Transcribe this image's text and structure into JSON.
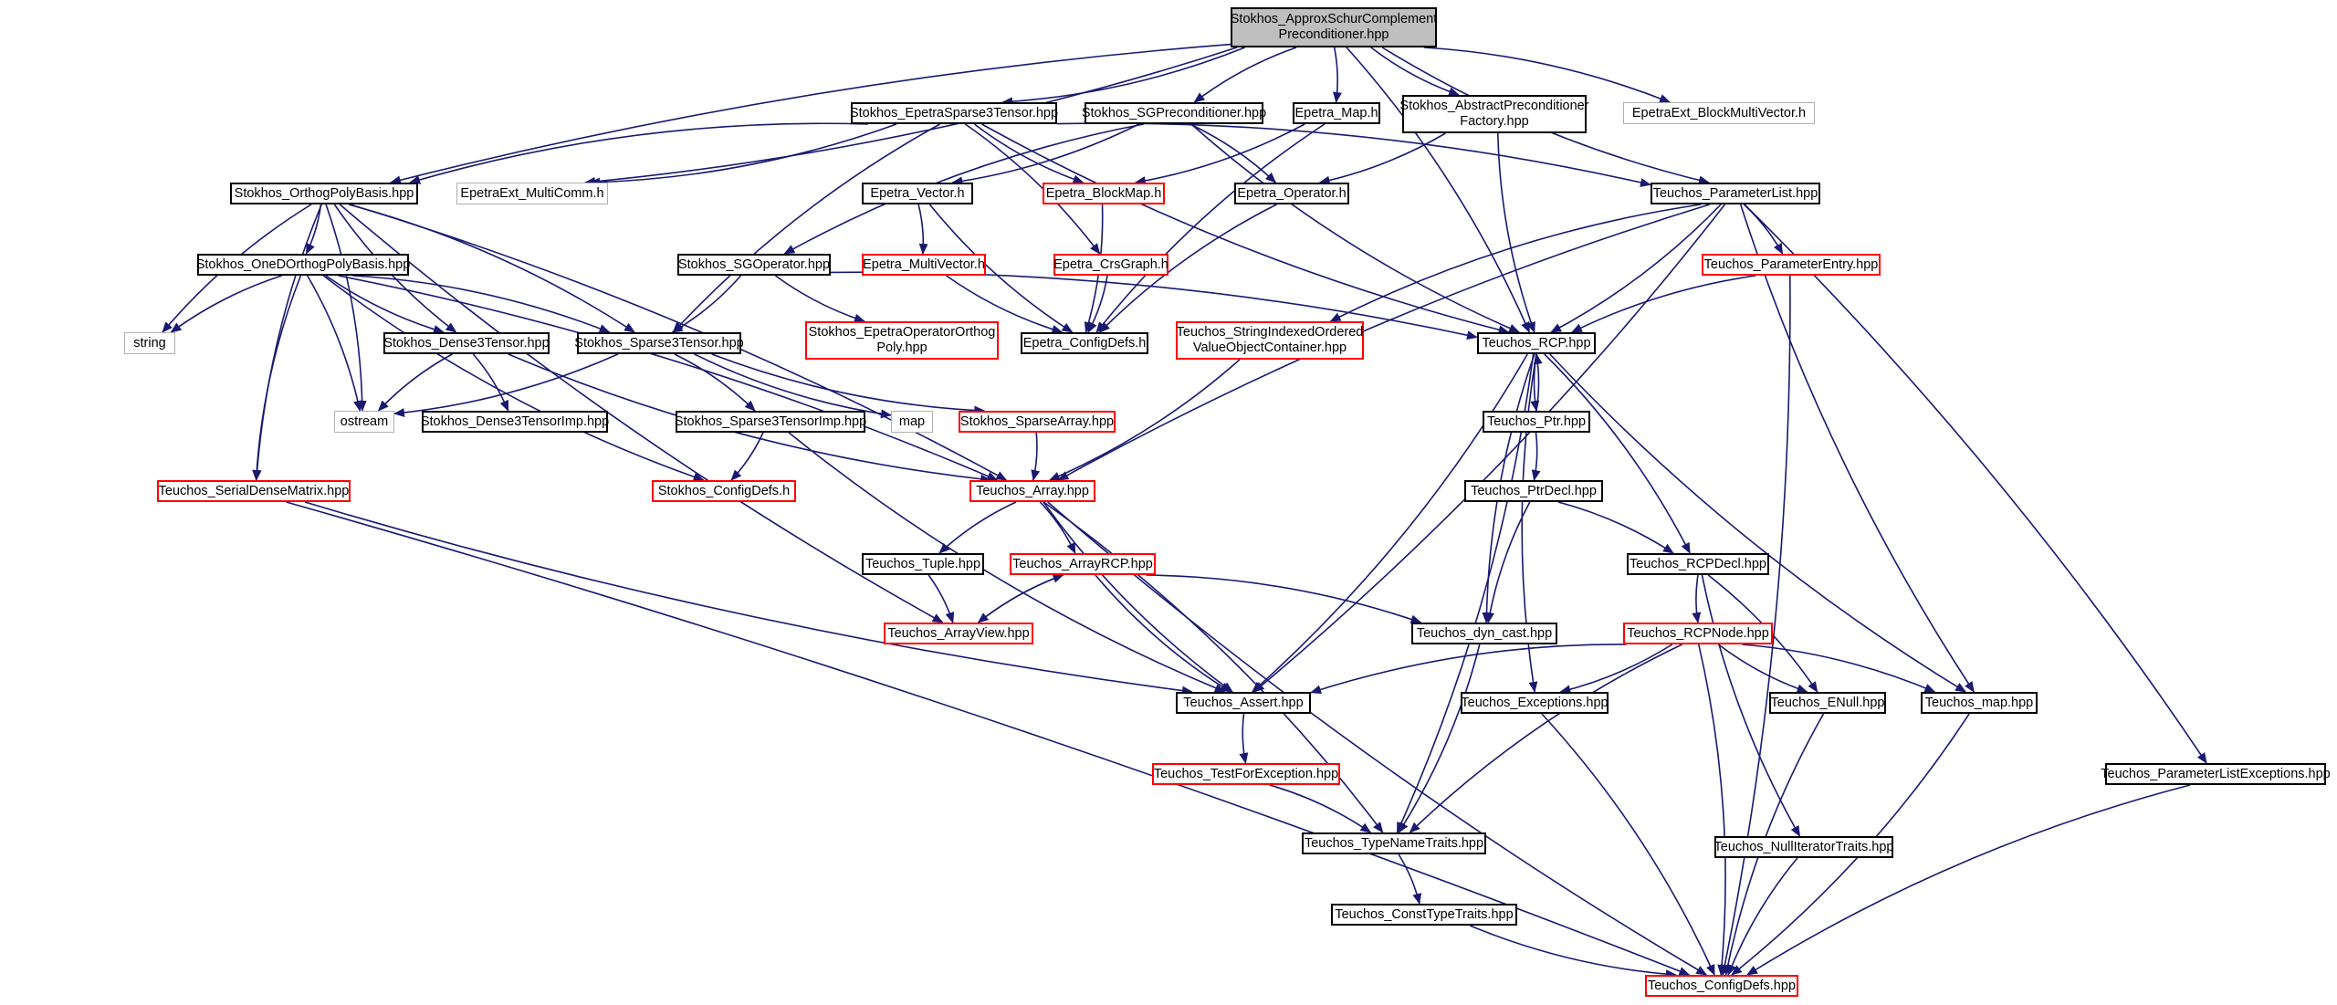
{
  "colors": {
    "edge": "#191970",
    "node_border_black": "#000000",
    "node_border_red": "#ff0000",
    "node_border_gray": "#b0b0b0",
    "root_fill": "#bfbfbf"
  },
  "nodes": [
    {
      "id": "root",
      "label": "Stokhos_ApproxSchurComplement\nPreconditioner.hpp",
      "style": "root"
    },
    {
      "id": "ep3t",
      "label": "Stokhos_EpetraSparse3Tensor.hpp",
      "style": "black"
    },
    {
      "id": "sgprec",
      "label": "Stokhos_SGPreconditioner.hpp",
      "style": "black"
    },
    {
      "id": "emap",
      "label": "Epetra_Map.h",
      "style": "black"
    },
    {
      "id": "absprec",
      "label": "Stokhos_AbstractPreconditioner\nFactory.hpp",
      "style": "black"
    },
    {
      "id": "eext_bmv",
      "label": "EpetraExt_BlockMultiVector.h",
      "style": "gray"
    },
    {
      "id": "orthog",
      "label": "Stokhos_OrthogPolyBasis.hpp",
      "style": "black"
    },
    {
      "id": "eext_mc",
      "label": "EpetraExt_MultiComm.h",
      "style": "gray"
    },
    {
      "id": "evec",
      "label": "Epetra_Vector.h",
      "style": "black"
    },
    {
      "id": "eblockmap",
      "label": "Epetra_BlockMap.h",
      "style": "red"
    },
    {
      "id": "eop",
      "label": "Epetra_Operator.h",
      "style": "black"
    },
    {
      "id": "tparam",
      "label": "Teuchos_ParameterList.hpp",
      "style": "black"
    },
    {
      "id": "oned",
      "label": "Stokhos_OneDOrthogPolyBasis.hpp",
      "style": "black"
    },
    {
      "id": "sgop",
      "label": "Stokhos_SGOperator.hpp",
      "style": "black"
    },
    {
      "id": "emv",
      "label": "Epetra_MultiVector.h",
      "style": "red"
    },
    {
      "id": "ecrs",
      "label": "Epetra_CrsGraph.h",
      "style": "red"
    },
    {
      "id": "tparamentry",
      "label": "Teuchos_ParameterEntry.hpp",
      "style": "red"
    },
    {
      "id": "string",
      "label": "string",
      "style": "gray"
    },
    {
      "id": "dense3",
      "label": "Stokhos_Dense3Tensor.hpp",
      "style": "black"
    },
    {
      "id": "sparse3",
      "label": "Stokhos_Sparse3Tensor.hpp",
      "style": "black"
    },
    {
      "id": "eopop",
      "label": "Stokhos_EpetraOperatorOrthog\nPoly.hpp",
      "style": "red"
    },
    {
      "id": "econfig",
      "label": "Epetra_ConfigDefs.h",
      "style": "black"
    },
    {
      "id": "tsiovoc",
      "label": "Teuchos_StringIndexedOrdered\nValueObjectContainer.hpp",
      "style": "red"
    },
    {
      "id": "trcp",
      "label": "Teuchos_RCP.hpp",
      "style": "black"
    },
    {
      "id": "ostream",
      "label": "ostream",
      "style": "gray"
    },
    {
      "id": "dense3imp",
      "label": "Stokhos_Dense3TensorImp.hpp",
      "style": "black"
    },
    {
      "id": "sparse3imp",
      "label": "Stokhos_Sparse3TensorImp.hpp",
      "style": "black"
    },
    {
      "id": "map",
      "label": "map",
      "style": "gray"
    },
    {
      "id": "ssparsearray",
      "label": "Stokhos_SparseArray.hpp",
      "style": "red"
    },
    {
      "id": "tptr",
      "label": "Teuchos_Ptr.hpp",
      "style": "black"
    },
    {
      "id": "tserial",
      "label": "Teuchos_SerialDenseMatrix.hpp",
      "style": "red"
    },
    {
      "id": "sconfig",
      "label": "Stokhos_ConfigDefs.h",
      "style": "red"
    },
    {
      "id": "tarray",
      "label": "Teuchos_Array.hpp",
      "style": "red"
    },
    {
      "id": "tptrdecl",
      "label": "Teuchos_PtrDecl.hpp",
      "style": "black"
    },
    {
      "id": "ttuple",
      "label": "Teuchos_Tuple.hpp",
      "style": "black"
    },
    {
      "id": "tarrayrcp",
      "label": "Teuchos_ArrayRCP.hpp",
      "style": "red"
    },
    {
      "id": "trcpdecl",
      "label": "Teuchos_RCPDecl.hpp",
      "style": "black"
    },
    {
      "id": "tarrayview",
      "label": "Teuchos_ArrayView.hpp",
      "style": "red"
    },
    {
      "id": "tdyncast",
      "label": "Teuchos_dyn_cast.hpp",
      "style": "black"
    },
    {
      "id": "trcpnode",
      "label": "Teuchos_RCPNode.hpp",
      "style": "red"
    },
    {
      "id": "tassert",
      "label": "Teuchos_Assert.hpp",
      "style": "black"
    },
    {
      "id": "texc",
      "label": "Teuchos_Exceptions.hpp",
      "style": "black"
    },
    {
      "id": "tenull",
      "label": "Teuchos_ENull.hpp",
      "style": "black"
    },
    {
      "id": "tmap",
      "label": "Teuchos_map.hpp",
      "style": "black"
    },
    {
      "id": "tplexc",
      "label": "Teuchos_ParameterListExceptions.hpp",
      "style": "black"
    },
    {
      "id": "ttfe",
      "label": "Teuchos_TestForException.hpp",
      "style": "red"
    },
    {
      "id": "tnullit",
      "label": "Teuchos_NullIteratorTraits.hpp",
      "style": "black"
    },
    {
      "id": "ttypename",
      "label": "Teuchos_TypeNameTraits.hpp",
      "style": "black"
    },
    {
      "id": "tconsttype",
      "label": "Teuchos_ConstTypeTraits.hpp",
      "style": "black"
    },
    {
      "id": "tconfig",
      "label": "Teuchos_ConfigDefs.hpp",
      "style": "red"
    }
  ],
  "edges": [
    [
      "root",
      "ep3t"
    ],
    [
      "root",
      "sgprec"
    ],
    [
      "root",
      "emap"
    ],
    [
      "root",
      "absprec"
    ],
    [
      "root",
      "eext_bmv"
    ],
    [
      "root",
      "orthog"
    ],
    [
      "root",
      "eext_mc"
    ],
    [
      "root",
      "tparam"
    ],
    [
      "root",
      "trcp"
    ],
    [
      "ep3t",
      "orthog"
    ],
    [
      "ep3t",
      "eext_mc"
    ],
    [
      "ep3t",
      "eblockmap"
    ],
    [
      "ep3t",
      "ecrs"
    ],
    [
      "ep3t",
      "sparse3"
    ],
    [
      "ep3t",
      "tparam"
    ],
    [
      "ep3t",
      "trcp"
    ],
    [
      "sgprec",
      "evec"
    ],
    [
      "sgprec",
      "sgop"
    ],
    [
      "sgprec",
      "eop"
    ],
    [
      "sgprec",
      "trcp"
    ],
    [
      "emap",
      "eblockmap"
    ],
    [
      "emap",
      "econfig"
    ],
    [
      "absprec",
      "eop"
    ],
    [
      "absprec",
      "trcp"
    ],
    [
      "orthog",
      "oned"
    ],
    [
      "orthog",
      "string"
    ],
    [
      "orthog",
      "ostream"
    ],
    [
      "orthog",
      "dense3"
    ],
    [
      "orthog",
      "sparse3"
    ],
    [
      "orthog",
      "tserial"
    ],
    [
      "orthog",
      "tarray"
    ],
    [
      "orthog",
      "tarrayview"
    ],
    [
      "evec",
      "emv"
    ],
    [
      "evec",
      "econfig"
    ],
    [
      "eblockmap",
      "econfig"
    ],
    [
      "eop",
      "econfig"
    ],
    [
      "tparam",
      "tparamentry"
    ],
    [
      "tparam",
      "tsiovoc"
    ],
    [
      "tparam",
      "trcp"
    ],
    [
      "tparam",
      "tmap"
    ],
    [
      "tparam",
      "tplexc"
    ],
    [
      "tparam",
      "tarray"
    ],
    [
      "tparam",
      "tassert"
    ],
    [
      "oned",
      "string"
    ],
    [
      "oned",
      "ostream"
    ],
    [
      "oned",
      "dense3"
    ],
    [
      "oned",
      "sparse3"
    ],
    [
      "oned",
      "tserial"
    ],
    [
      "oned",
      "tarray"
    ],
    [
      "oned",
      "sconfig"
    ],
    [
      "sgop",
      "sparse3"
    ],
    [
      "sgop",
      "eopop"
    ],
    [
      "sgop",
      "trcp"
    ],
    [
      "emv",
      "econfig"
    ],
    [
      "ecrs",
      "econfig"
    ],
    [
      "tparamentry",
      "trcp"
    ],
    [
      "tparamentry",
      "tconfig"
    ],
    [
      "dense3",
      "ostream"
    ],
    [
      "dense3",
      "dense3imp"
    ],
    [
      "dense3",
      "tarray"
    ],
    [
      "sparse3",
      "ostream"
    ],
    [
      "sparse3",
      "map"
    ],
    [
      "sparse3",
      "sparse3imp"
    ],
    [
      "sparse3",
      "ssparsearray"
    ],
    [
      "tsiovoc",
      "tarray"
    ],
    [
      "trcp",
      "tptr"
    ],
    [
      "trcp",
      "trcpdecl"
    ],
    [
      "trcp",
      "tdyncast"
    ],
    [
      "trcp",
      "tassert"
    ],
    [
      "trcp",
      "texc"
    ],
    [
      "trcp",
      "ttypename"
    ],
    [
      "trcp",
      "tmap"
    ],
    [
      "sparse3imp",
      "sconfig"
    ],
    [
      "sparse3imp",
      "tassert"
    ],
    [
      "ssparsearray",
      "tarray"
    ],
    [
      "tptr",
      "trcp"
    ],
    [
      "tptr",
      "tptrdecl"
    ],
    [
      "tserial",
      "tassert"
    ],
    [
      "tserial",
      "tconfig"
    ],
    [
      "tarray",
      "ttuple"
    ],
    [
      "tarray",
      "tarrayrcp"
    ],
    [
      "tarray",
      "tassert"
    ],
    [
      "tarray",
      "ttypename"
    ],
    [
      "tarray",
      "tconfig"
    ],
    [
      "tptrdecl",
      "trcpdecl"
    ],
    [
      "tptrdecl",
      "tdyncast"
    ],
    [
      "ttuple",
      "tarrayview"
    ],
    [
      "tarrayrcp",
      "tarrayview"
    ],
    [
      "tarrayrcp",
      "tdyncast"
    ],
    [
      "tarrayrcp",
      "tassert"
    ],
    [
      "tarrayview",
      "tarrayrcp"
    ],
    [
      "trcpdecl",
      "trcpnode"
    ],
    [
      "trcpdecl",
      "tenull"
    ],
    [
      "trcpdecl",
      "tnullit"
    ],
    [
      "tdyncast",
      "ttypename"
    ],
    [
      "trcpnode",
      "tassert"
    ],
    [
      "trcpnode",
      "texc"
    ],
    [
      "trcpnode",
      "tenull"
    ],
    [
      "trcpnode",
      "tmap"
    ],
    [
      "trcpnode",
      "ttypename"
    ],
    [
      "trcpnode",
      "tconfig"
    ],
    [
      "tassert",
      "ttfe"
    ],
    [
      "texc",
      "tconfig"
    ],
    [
      "tenull",
      "tconfig"
    ],
    [
      "tmap",
      "tconfig"
    ],
    [
      "tplexc",
      "tconfig"
    ],
    [
      "ttfe",
      "ttypename"
    ],
    [
      "tnullit",
      "tconfig"
    ],
    [
      "ttypename",
      "tconsttype"
    ],
    [
      "tconsttype",
      "tconfig"
    ]
  ]
}
